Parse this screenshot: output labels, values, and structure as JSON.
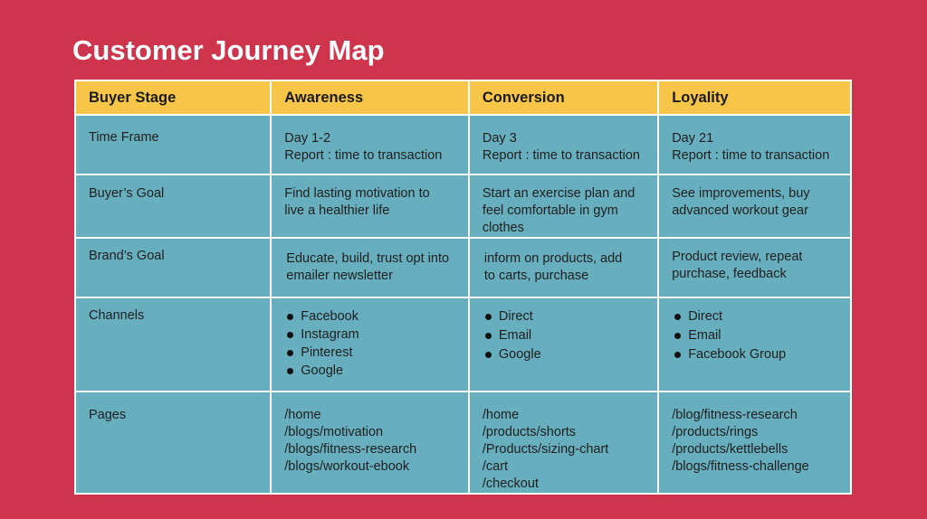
{
  "title": "Customer Journey Map",
  "header": {
    "stage": "Buyer Stage",
    "awareness": "Awareness",
    "conversion": "Conversion",
    "loyalty": "Loyality"
  },
  "rows": {
    "time_frame": {
      "label": "Time Frame",
      "awareness": [
        "Day 1-2",
        "Report : time to transaction"
      ],
      "conversion": [
        "Day 3",
        "Report : time to transaction"
      ],
      "loyalty": [
        "Day 21",
        "Report : time to transaction"
      ]
    },
    "buyers_goal": {
      "label": "Buyer’s Goal",
      "awareness": [
        "Find lasting motivation to",
        "live a healthier life"
      ],
      "conversion": [
        "Start an exercise plan and",
        "feel comfortable in gym",
        "clothes"
      ],
      "loyalty": [
        "See improvements, buy",
        "advanced workout gear"
      ]
    },
    "brands_goal": {
      "label": "Brand’s Goal",
      "awareness": [
        "Educate, build, trust opt into",
        "emailer newsletter"
      ],
      "conversion": [
        "inform on products, add",
        "to carts, purchase"
      ],
      "loyalty": [
        "Product review, repeat",
        "purchase, feedback"
      ]
    },
    "channels": {
      "label": "Channels",
      "awareness": [
        "Facebook",
        "Instagram",
        "Pinterest",
        "Google"
      ],
      "conversion": [
        "Direct",
        "Email",
        "Google"
      ],
      "loyalty": [
        "Direct",
        "Email",
        "Facebook Group"
      ]
    },
    "pages": {
      "label": "Pages",
      "awareness": [
        "/home",
        "/blogs/motivation",
        "/blogs/fitness-research",
        "/blogs/workout-ebook"
      ],
      "conversion": [
        "/home",
        "/products/shorts",
        "/Products/sizing-chart",
        "/cart",
        "/checkout"
      ],
      "loyalty": [
        "/blog/fitness-research",
        "/products/rings",
        "/products/kettlebells",
        "/blogs/fitness-challenge"
      ]
    }
  },
  "colors": {
    "background": "#cf344d",
    "header_fill": "#f7c548",
    "cell_fill": "#67aebe",
    "grid_line": "#ffffff"
  },
  "icons": {
    "bullet": "bullet-dot-icon"
  }
}
